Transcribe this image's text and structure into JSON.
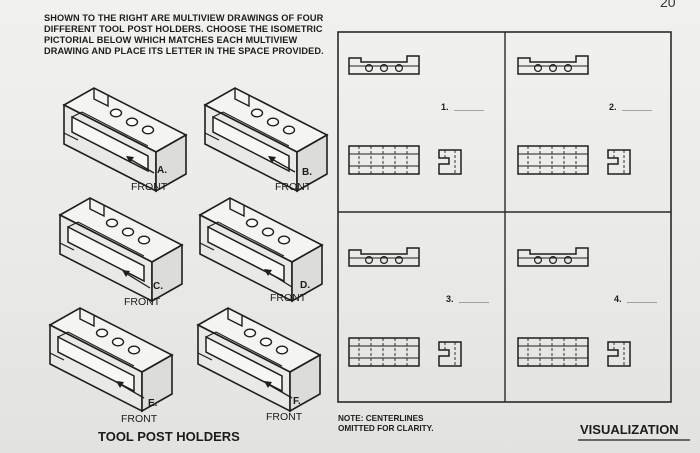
{
  "page_number": "20",
  "instructions": "SHOWN TO THE RIGHT ARE MULTIVIEW DRAWINGS OF FOUR DIFFERENT TOOL POST HOLDERS. CHOOSE THE ISOMETRIC PICTORIAL BELOW WHICH MATCHES EACH MULTIVIEW DRAWING AND PLACE ITS LETTER IN THE SPACE PROVIDED.",
  "pictorials": [
    {
      "letter": "A.",
      "view_label": "FRONT"
    },
    {
      "letter": "B.",
      "view_label": "FRONT"
    },
    {
      "letter": "C.",
      "view_label": "FRONT"
    },
    {
      "letter": "D.",
      "view_label": "FRONT"
    },
    {
      "letter": "E.",
      "view_label": "FRONT"
    },
    {
      "letter": "F.",
      "view_label": "FRONT"
    }
  ],
  "section_title": "TOOL POST HOLDERS",
  "multiview_answers": [
    {
      "number": "1.",
      "blank": "______"
    },
    {
      "number": "2.",
      "blank": "______"
    },
    {
      "number": "3.",
      "blank": "______"
    },
    {
      "number": "4.",
      "blank": "______"
    }
  ],
  "note": "NOTE: CENTERLINES OMITTED FOR CLARITY.",
  "footer_label": "VISUALIZATION"
}
